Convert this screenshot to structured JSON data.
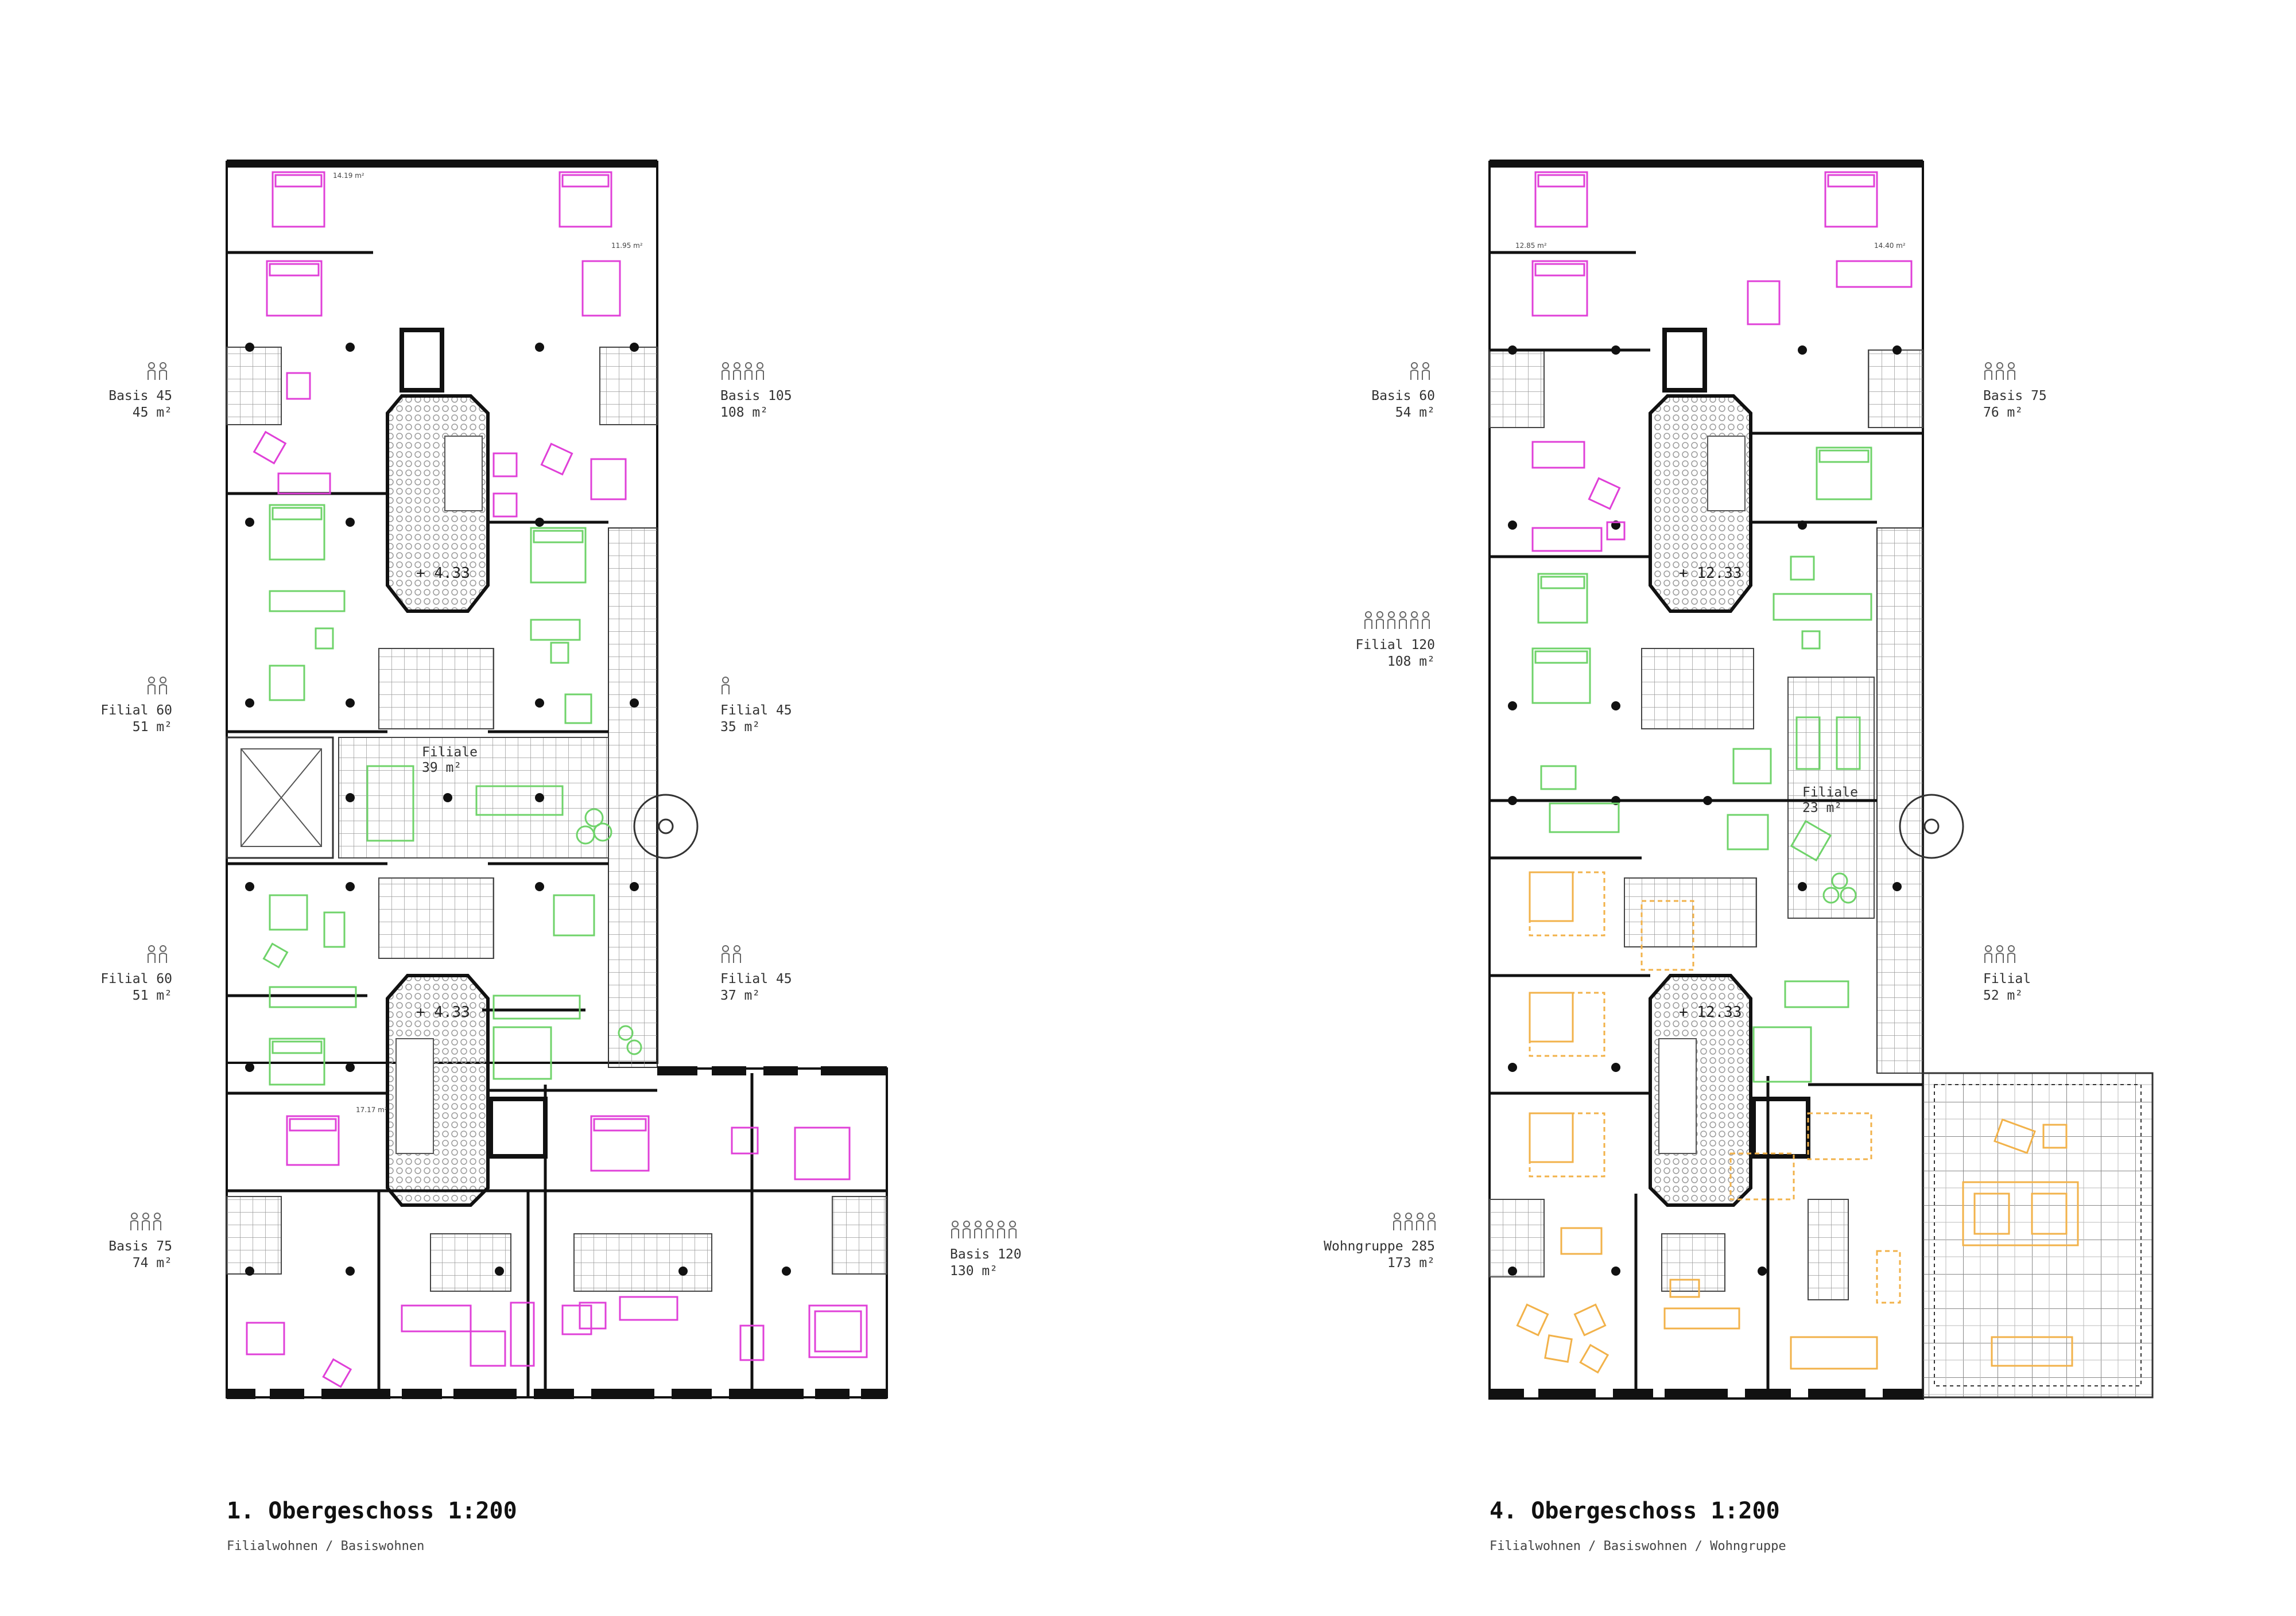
{
  "colors": {
    "basis": "#e040d8",
    "filial": "#6fd36a",
    "wohngruppe": "#f2b24a",
    "wall": "#111111",
    "grid": "#9a9a9a"
  },
  "plans": [
    {
      "title": "1. Obergeschoss 1:200",
      "subtitle": "Filialwohnen / Basiswohnen",
      "levels": [
        "+ 4.33",
        "+ 4.33"
      ],
      "center_label": {
        "name": "Filiale",
        "area": "39 m²"
      },
      "room_areas": [
        "14.19 m²",
        "11.95 m²",
        "17.17 m²"
      ],
      "units": [
        {
          "name": "Basis 45",
          "area": "45 m²",
          "persons": 2
        },
        {
          "name": "Basis 105",
          "area": "108 m²",
          "persons": 4
        },
        {
          "name": "Filial 60",
          "area": "51 m²",
          "persons": 2
        },
        {
          "name": "Filial 45",
          "area": "35 m²",
          "persons": 1
        },
        {
          "name": "Filial 60",
          "area": "51 m²",
          "persons": 2
        },
        {
          "name": "Filial 45",
          "area": "37 m²",
          "persons": 2
        },
        {
          "name": "Basis 75",
          "area": "74 m²",
          "persons": 3
        },
        {
          "name": "Basis 120",
          "area": "130 m²",
          "persons": 6
        }
      ]
    },
    {
      "title": "4. Obergeschoss 1:200",
      "subtitle": "Filialwohnen / Basiswohnen / Wohngruppe",
      "levels": [
        "+ 12.33",
        "+ 12.33"
      ],
      "center_label": {
        "name": "Filiale",
        "area": "23 m²"
      },
      "room_areas": [
        "12.85 m²",
        "14.40 m²"
      ],
      "units": [
        {
          "name": "Basis 60",
          "area": "54 m²",
          "persons": 2
        },
        {
          "name": "Basis 75",
          "area": "76 m²",
          "persons": 3
        },
        {
          "name": "Filial 120",
          "area": "108 m²",
          "persons": 6
        },
        {
          "name": "Filial",
          "area": "52 m²",
          "persons": 3
        },
        {
          "name": "Wohngruppe 285",
          "area": "173 m²",
          "persons": 4
        }
      ]
    }
  ]
}
